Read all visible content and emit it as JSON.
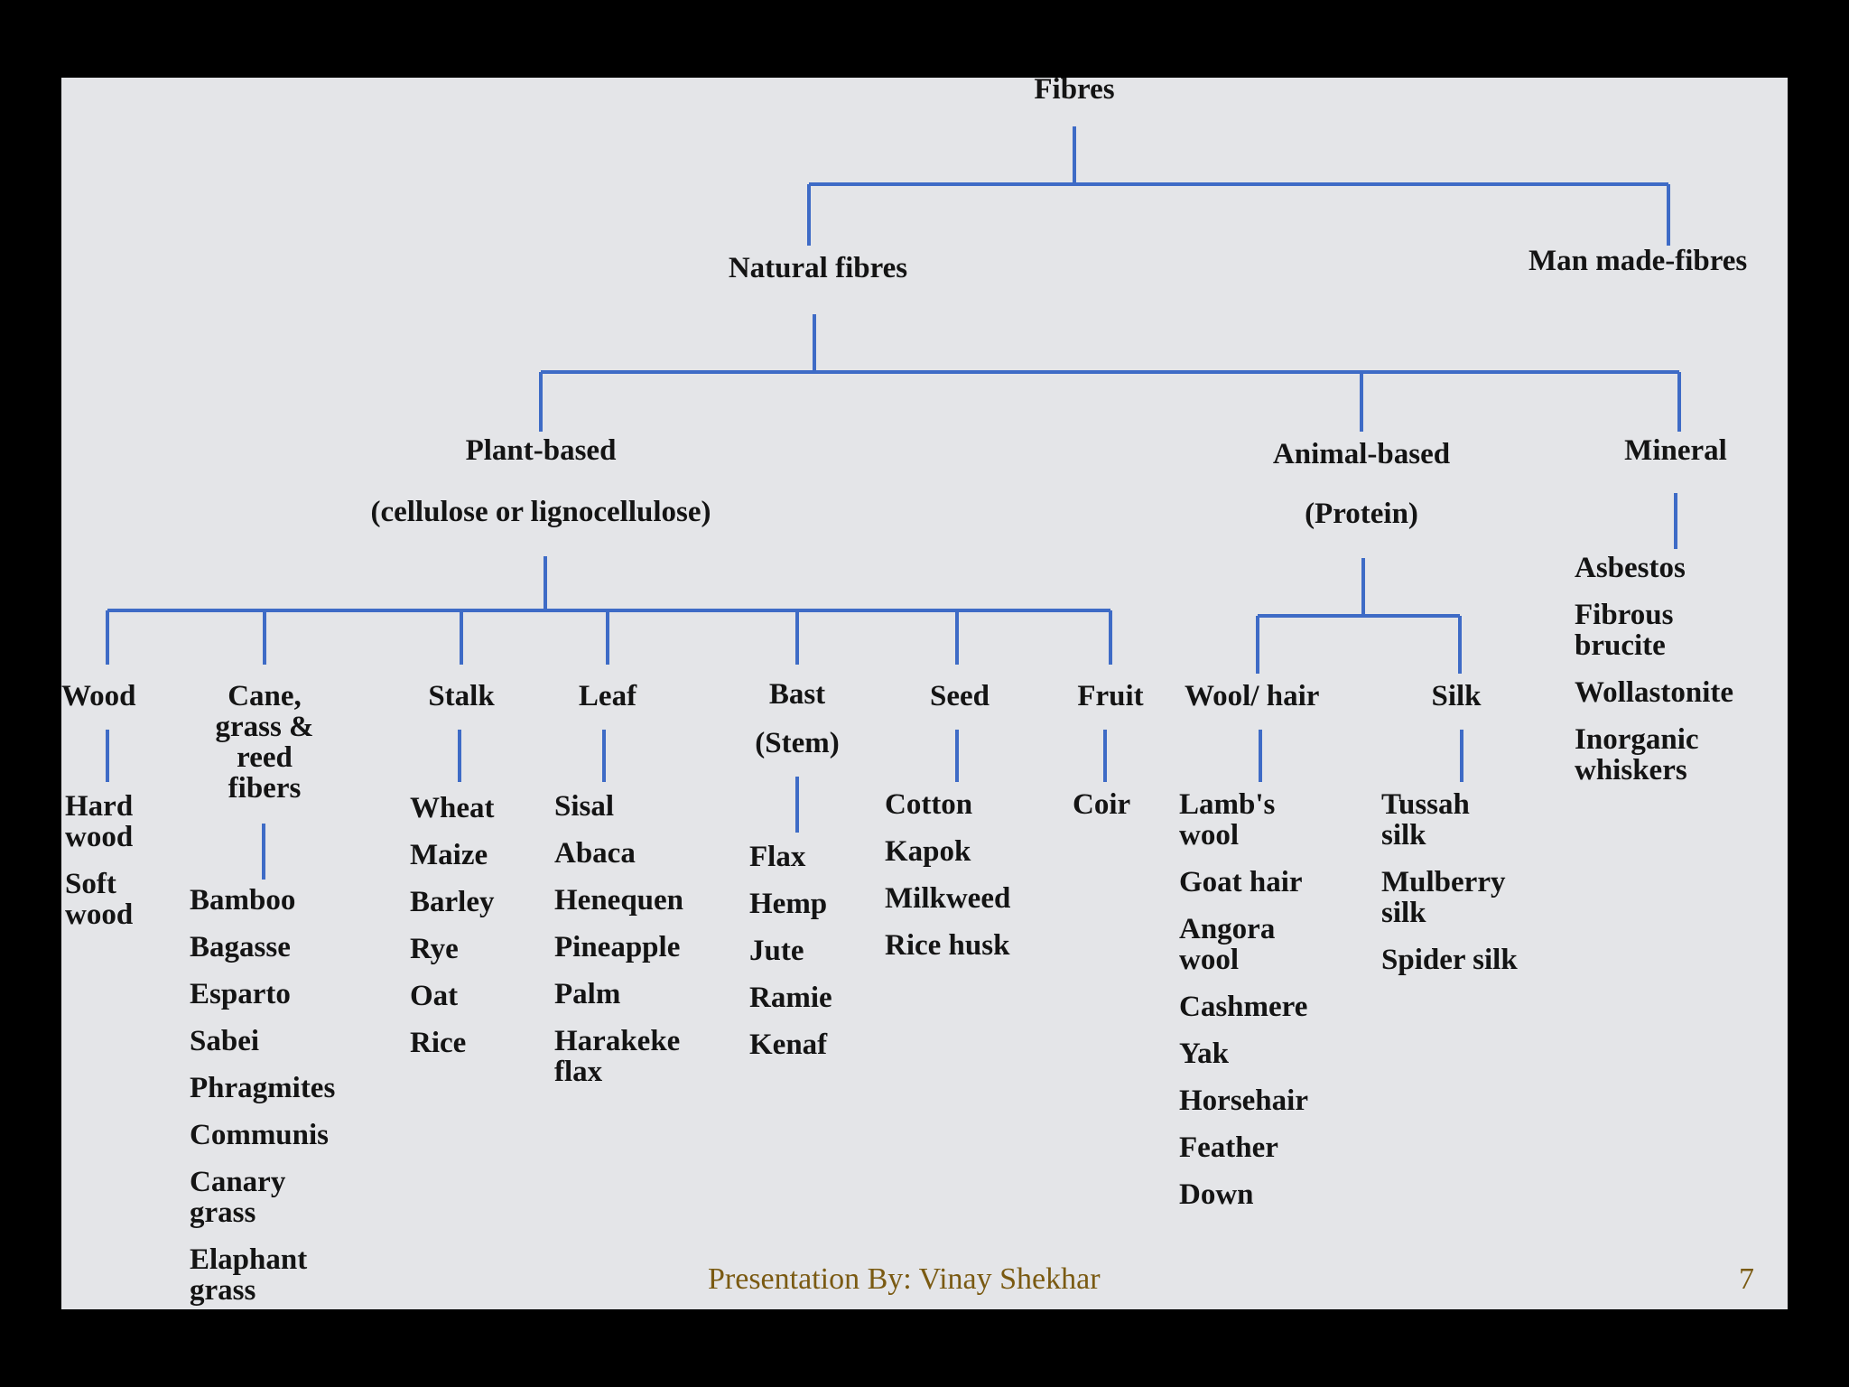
{
  "nodes": {
    "fibres": "Fibres",
    "natural": "Natural fibres",
    "manmade": "Man made-fibres",
    "plant_l1": "Plant-based",
    "plant_l2": "(cellulose or lignocellulose)",
    "animal_l1": "Animal-based",
    "animal_l2": "(Protein)",
    "mineral": "Mineral",
    "wood": "Wood",
    "cane_l1": "Cane,",
    "cane_l2": "grass &",
    "cane_l3": "reed",
    "cane_l4": "fibers",
    "stalk": "Stalk",
    "leaf": "Leaf",
    "bast_l1": "Bast",
    "bast_l2": "(Stem)",
    "seed": "Seed",
    "fruit": "Fruit",
    "woolhair": "Wool/ hair",
    "silk": "Silk"
  },
  "lists": {
    "wood": [
      "Hard wood",
      "Soft wood"
    ],
    "cane": [
      "Bamboo",
      "Bagasse",
      "Esparto",
      "Sabei",
      "Phragmites",
      "Communis",
      "Canary grass",
      "Elaphant grass"
    ],
    "stalk": [
      "Wheat",
      "Maize",
      "Barley",
      "Rye",
      "Oat",
      "Rice"
    ],
    "leaf": [
      "Sisal",
      "Abaca",
      "Henequen",
      "Pineapple",
      "Palm",
      "Harakeke flax"
    ],
    "bast": [
      "Flax",
      "Hemp",
      "Jute",
      "Ramie",
      "Kenaf"
    ],
    "seed": [
      "Cotton",
      "Kapok",
      "Milkweed",
      "Rice husk"
    ],
    "fruit": [
      "Coir"
    ],
    "woolhair": [
      "Lamb's wool",
      "Goat hair",
      "Angora wool",
      "Cashmere",
      "Yak",
      "Horsehair",
      "Feather",
      "Down"
    ],
    "silk": [
      "Tussah silk",
      "Mulberry silk",
      "Spider silk"
    ],
    "mineral": [
      "Asbestos",
      "Fibrous brucite",
      "Wollastonite",
      "Inorganic whiskers"
    ]
  },
  "footer": {
    "presenter": "Presentation By: Vinay Shekhar",
    "page_number": "7"
  },
  "colors": {
    "connector": "#3e6bc6",
    "slide_background": "#e4e5e8",
    "footer_text": "#7a5a12"
  }
}
